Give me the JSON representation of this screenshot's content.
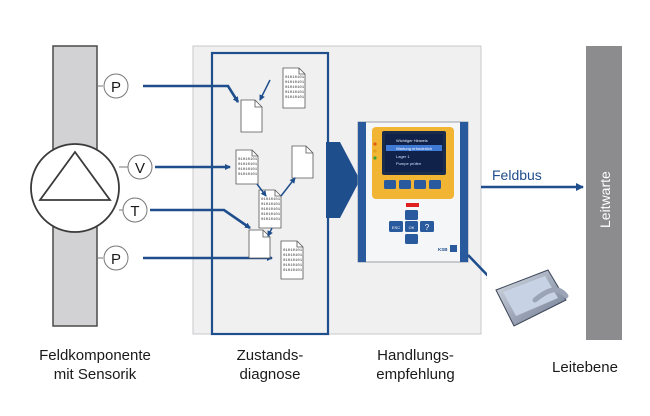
{
  "sensors": [
    {
      "symbol": "P"
    },
    {
      "symbol": "V"
    },
    {
      "symbol": "T"
    },
    {
      "symbol": "P"
    }
  ],
  "bus_label": "Feldbus",
  "control_room_label": "Leitwarte",
  "device": {
    "screen_title": "Wichtiger Hinweis",
    "screen_rows": [
      "Wartung erforderlich",
      "Lager 1",
      "Pumpe prüfen"
    ],
    "keys": [
      "ESC",
      "OK",
      "?"
    ],
    "brand": "KSB"
  },
  "binary_text": "01010101",
  "captions": {
    "field": [
      "Feldkomponente",
      "mit Sensorik"
    ],
    "diagnosis": [
      "Zustands-",
      "diagnose"
    ],
    "recommendation": [
      "Handlungs-",
      "empfehlung"
    ],
    "control_level": [
      "Leitebene"
    ]
  },
  "colors": {
    "arrow": "#1f4e8c",
    "panel": "#f0f0f1",
    "pipe": "#cfcfd1",
    "control_bar": "#8c8c8e",
    "device_amber": "#f2b533"
  }
}
